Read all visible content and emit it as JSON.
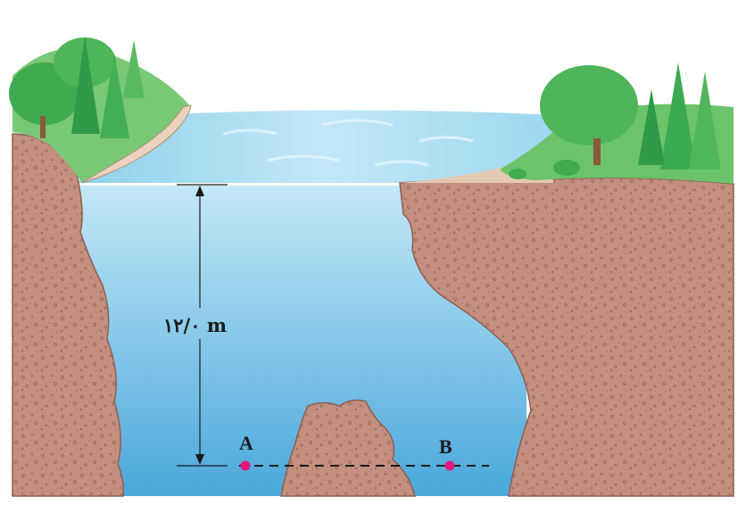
{
  "diagram": {
    "depth_label": "۱۲/۰ m",
    "point_a_label": "A",
    "point_b_label": "B",
    "colors": {
      "sky": "#ffffff",
      "lake_surface": "#a9dcf0",
      "water_top": "#b9e3f5",
      "water_bottom": "#4aa8dc",
      "rock": "#c08f7e",
      "rock_dark": "#8f5f52",
      "grass": "#6cc36a",
      "tree": "#3faa4f",
      "point": "#e0197b",
      "line": "#1a1a1a"
    }
  }
}
